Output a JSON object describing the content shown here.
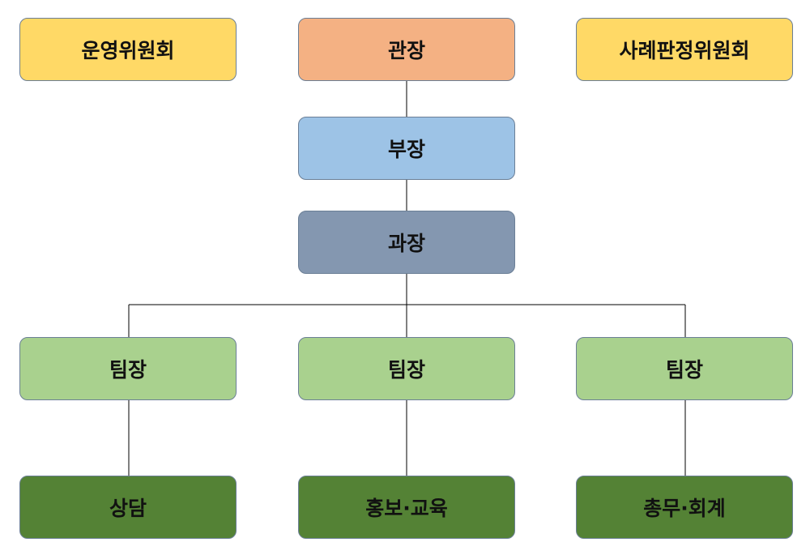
{
  "colors": {
    "yellow": "#ffd966",
    "orange": "#f4b183",
    "blue": "#9dc3e6",
    "slate": "#8497b0",
    "light_green": "#a9d18e",
    "dark_green": "#548235",
    "line": "#000000"
  },
  "top_row": {
    "left": "운영위원회",
    "center": "관장",
    "right": "사례판정위원회"
  },
  "deputy": "부장",
  "section_chief": "과장",
  "teams": [
    {
      "leader": "팀장",
      "department": "상담"
    },
    {
      "leader": "팀장",
      "department": "홍보·교육"
    },
    {
      "leader": "팀장",
      "department": "총무·회계"
    }
  ]
}
